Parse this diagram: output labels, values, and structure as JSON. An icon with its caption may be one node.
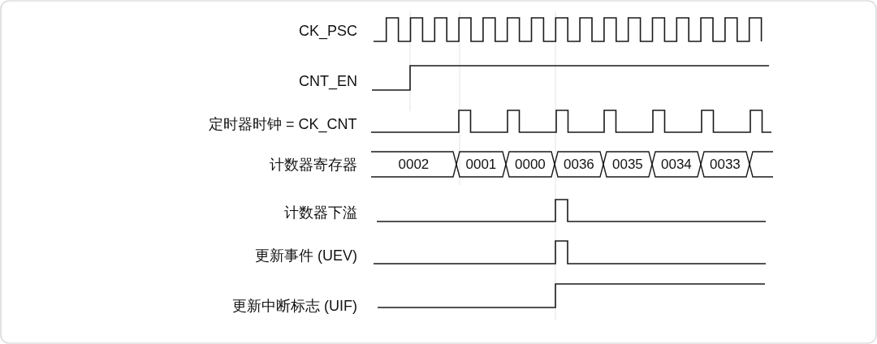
{
  "diagram": {
    "labels": [
      "CK_PSC",
      "CNT_EN",
      "定时器时钟 = CK_CNT",
      "计数器寄存器",
      "0002",
      "0001",
      "0000",
      "0036",
      "0035",
      "0034",
      "0033",
      "计数器下溢",
      "更新事件 (UEV)",
      "更新中断标志 (UIF)"
    ]
  }
}
